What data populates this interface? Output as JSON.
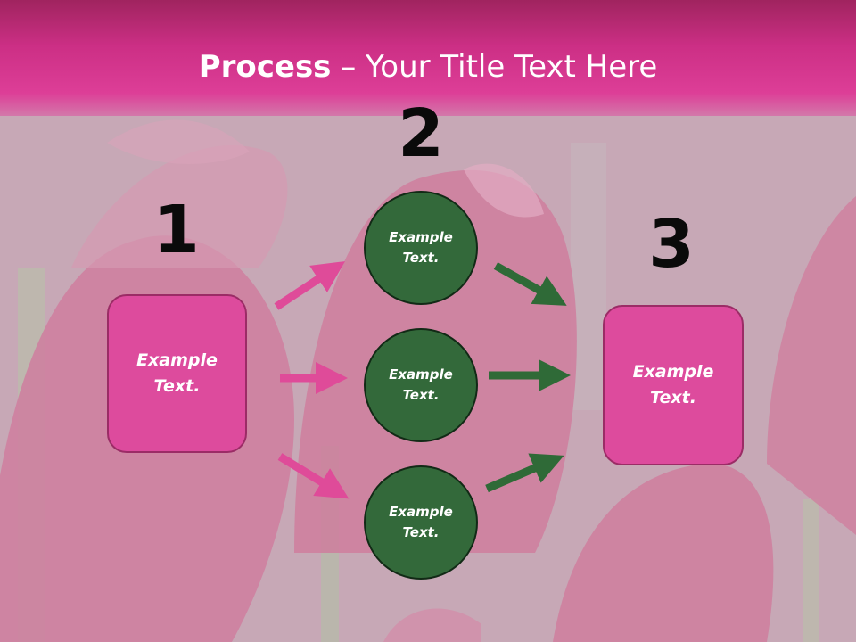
{
  "title": {
    "bold": "Process",
    "rest": " – Your Title Text Here"
  },
  "steps": [
    {
      "number": "1",
      "label": "Example\nText."
    },
    {
      "number": "2",
      "items": [
        "Example\nText.",
        "Example\nText.",
        "Example\nText."
      ]
    },
    {
      "number": "3",
      "label": "Example\nText."
    }
  ],
  "colors": {
    "header": "#cc2f85",
    "box_fill": "#dd4b9d",
    "circle_fill": "#33693a",
    "arrow_pink": "#df4b99",
    "arrow_green": "#2f6a37"
  }
}
